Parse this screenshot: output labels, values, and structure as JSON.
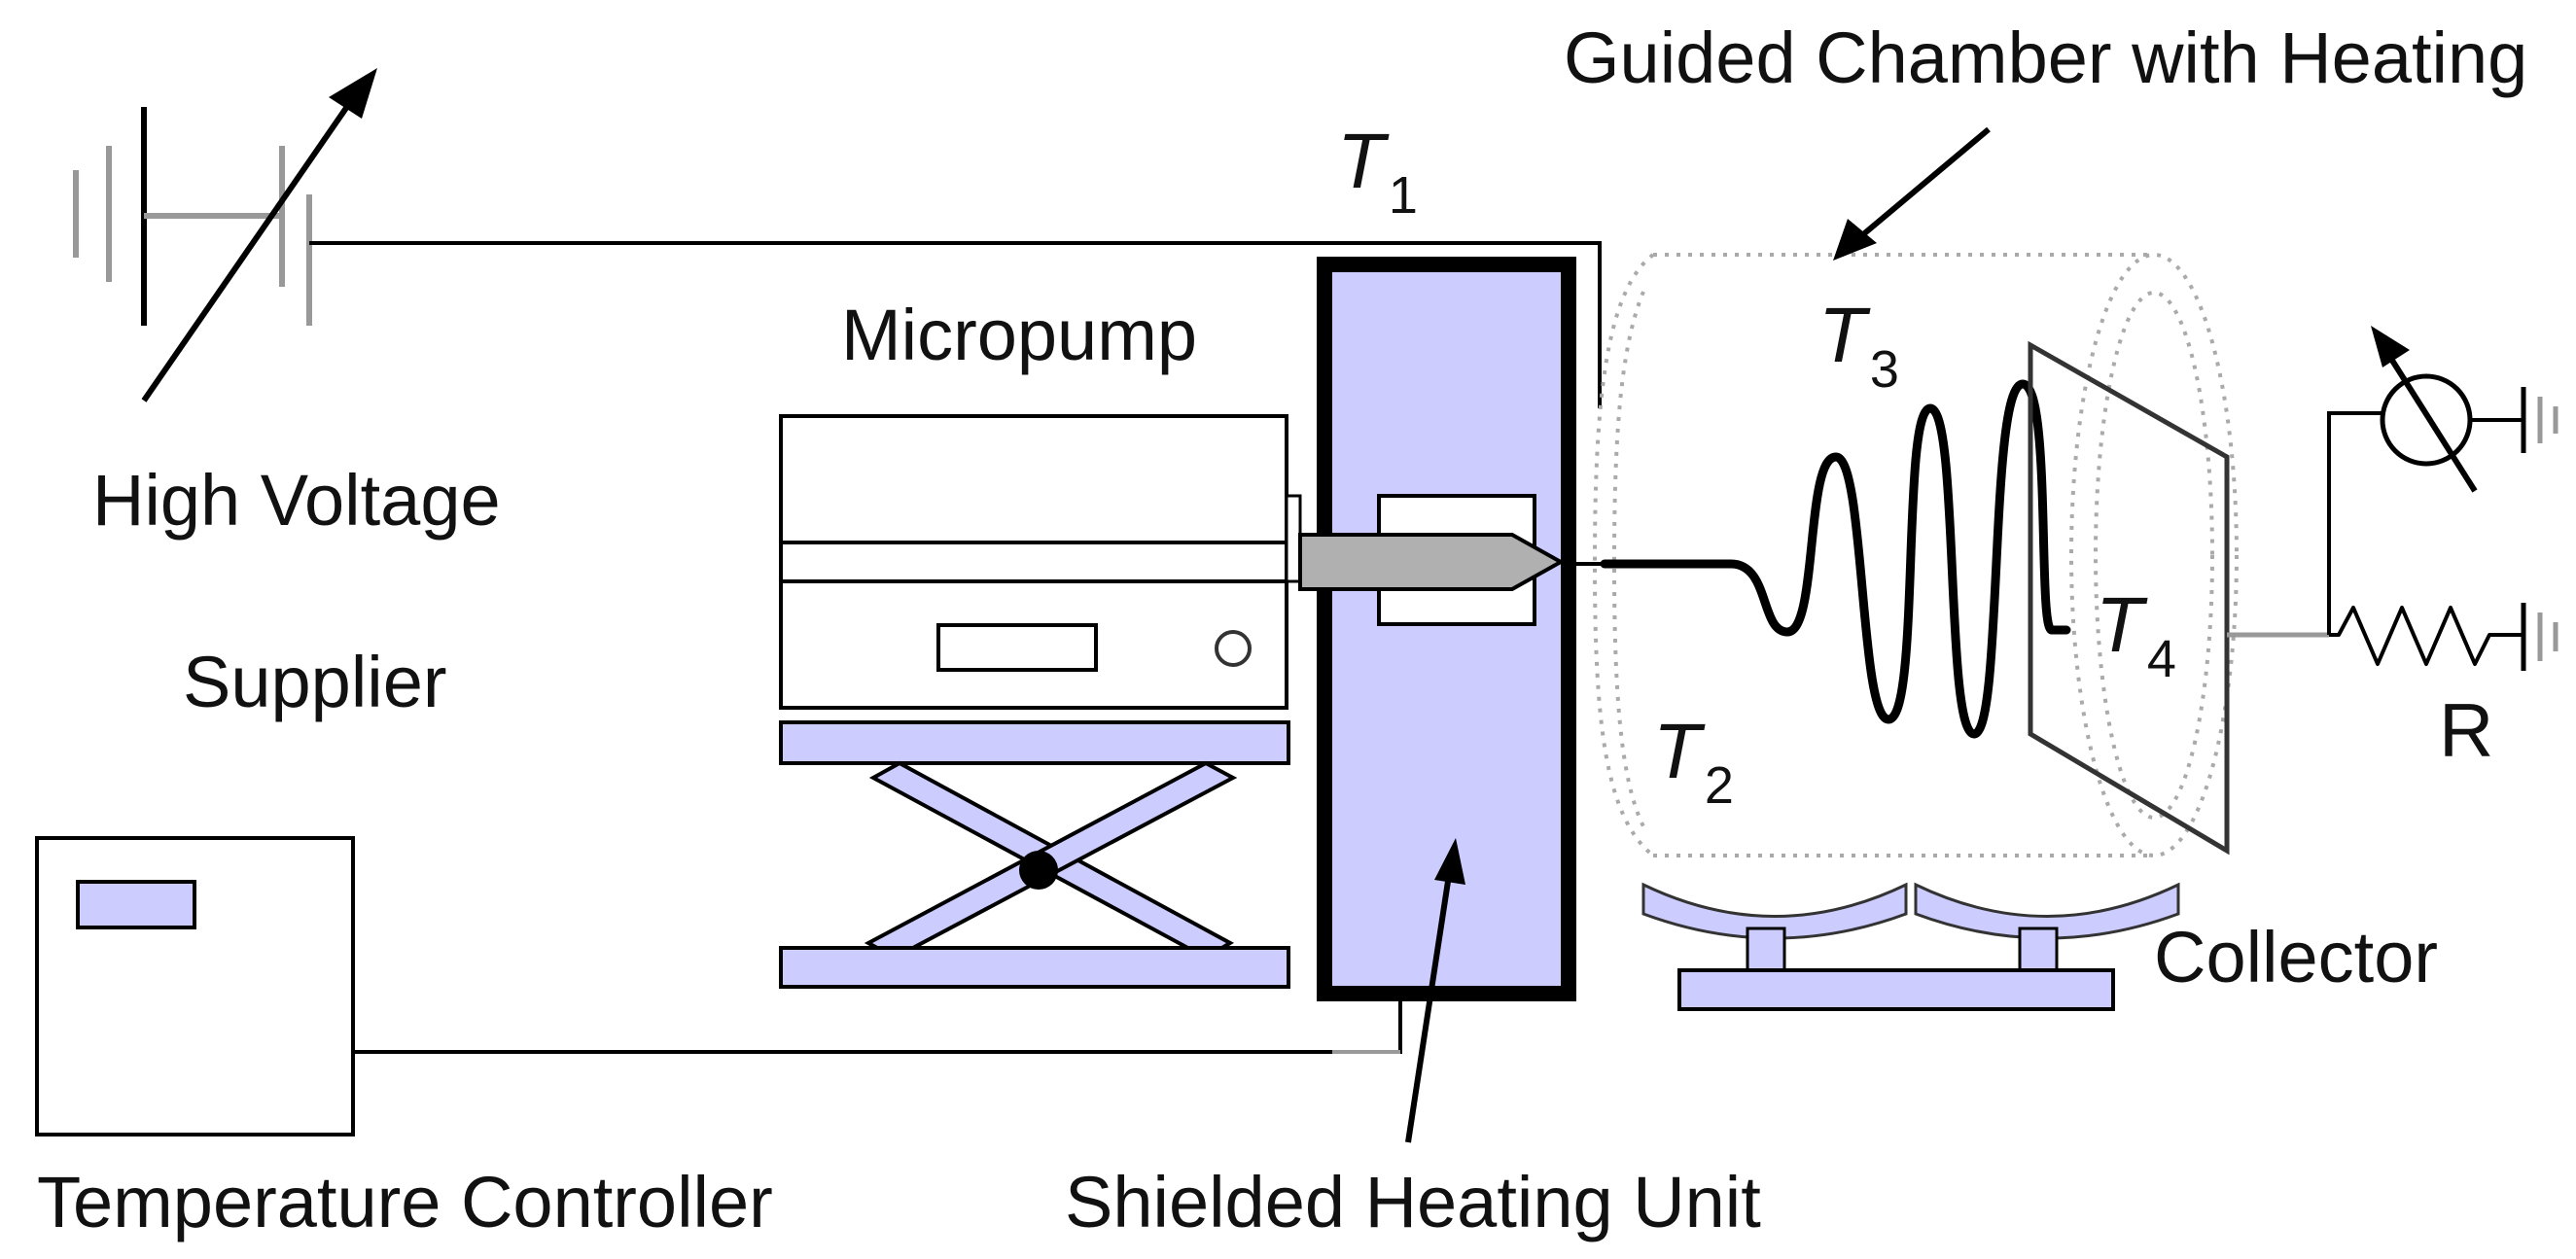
{
  "labels": {
    "chamber": "Guided Chamber with Heating",
    "micropump": "Micropump",
    "hv_line1": "High Voltage",
    "hv_line2": "Supplier",
    "temp_controller": "Temperature Controller",
    "heating_unit": "Shielded Heating Unit",
    "collector": "Collector",
    "resistor": "R"
  },
  "temps": {
    "t1": {
      "var": "T",
      "sub": "1"
    },
    "t2": {
      "var": "T",
      "sub": "2"
    },
    "t3": {
      "var": "T",
      "sub": "3"
    },
    "t4": {
      "var": "T",
      "sub": "4"
    }
  },
  "colors": {
    "fill": "#ccccff",
    "line": "#000000",
    "gray": "#999999",
    "needle": "#b0b0b0",
    "dotted": "#aaaaaa"
  },
  "icons": {
    "hv_source": "variable-dc-source-icon",
    "ammeter": "ammeter-icon",
    "ground": "ground-icon",
    "resistor": "resistor-icon"
  }
}
